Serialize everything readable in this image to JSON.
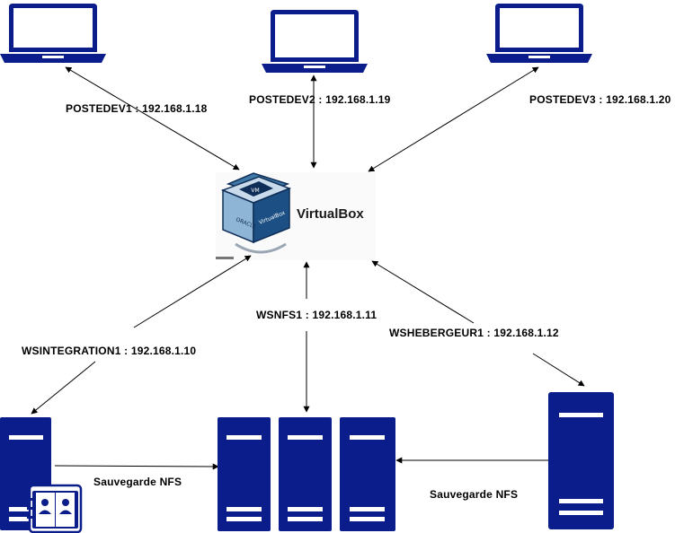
{
  "colors": {
    "device": "#0a1d8a",
    "white": "#ffffff",
    "arrow": "#000000"
  },
  "hypervisor": {
    "logo_icon": "virtualbox-icon",
    "name": "VirtualBox",
    "cube_text_top": "VM",
    "cube_text_left": "ORACLE",
    "cube_text_right": "VirtualBox"
  },
  "workstations": [
    {
      "label": "POSTEDEV1 : 192.168.1.18",
      "icon": "laptop-icon"
    },
    {
      "label": "POSTEDEV2 : 192.168.1.19",
      "icon": "laptop-icon"
    },
    {
      "label": "POSTEDEV3 : 192.168.1.20",
      "icon": "laptop-icon"
    }
  ],
  "servers": [
    {
      "label": "WSINTEGRATION1 : 192.168.1.10",
      "icon": "server-icon"
    },
    {
      "label": "WSNFS1 : 192.168.1.11",
      "icon": "server-rack-icon"
    },
    {
      "label": "WSHEBERGEUR1 : 192.168.1.12",
      "icon": "server-icon"
    }
  ],
  "links": {
    "backup_left": "Sauvegarde NFS",
    "backup_right": "Sauvegarde NFS"
  },
  "contacts_icon": "address-book-icon"
}
